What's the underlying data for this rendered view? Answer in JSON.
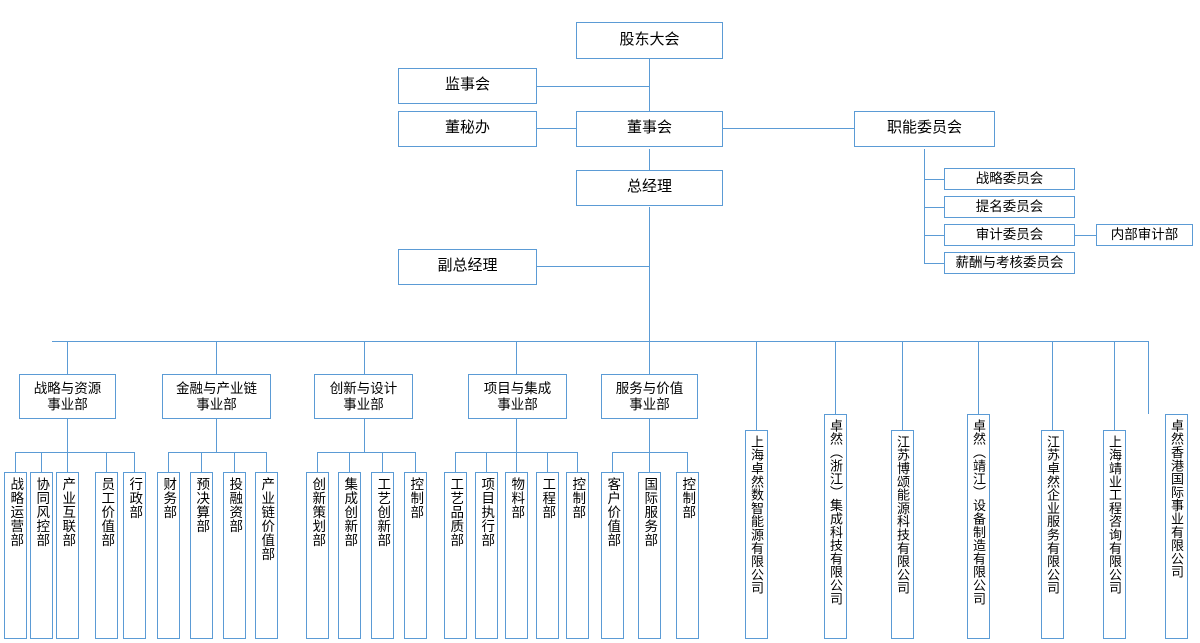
{
  "meta": {
    "title": "公司组织架构图",
    "line_color": "#5B9BD5",
    "box_border_color": "#5B9BD5",
    "box_fill_color": "#FFFFFF",
    "text_color": "#000000"
  },
  "governance": {
    "shareholders_meeting": "股东大会",
    "supervisory_board": "监事会",
    "board_secretary_office": "董秘办",
    "board_of_directors": "董事会",
    "general_manager": "总经理",
    "deputy_general_manager": "副总经理",
    "functional_committee": "职能委员会"
  },
  "committees": [
    "战略委员会",
    "提名委员会",
    "审计委员会",
    "薪酬与考核委员会"
  ],
  "internal_audit": "内部审计部",
  "divisions": [
    {
      "name": "战略与资源\n事业部",
      "departments": [
        "战略运营部",
        "协同风控部",
        "产业互联部",
        "员工价值部",
        "行政部"
      ]
    },
    {
      "name": "金融与产业链\n事业部",
      "departments": [
        "财务部",
        "预决算部",
        "投融资部",
        "产业链价值部"
      ]
    },
    {
      "name": "创新与设计\n事业部",
      "departments": [
        "创新策划部",
        "集成创新部",
        "工艺创新部",
        "控制部"
      ]
    },
    {
      "name": "项目与集成\n事业部",
      "departments": [
        "工艺品质部",
        "项目执行部",
        "物料部",
        "工程部",
        "控制部"
      ]
    },
    {
      "name": "服务与价值\n事业部",
      "departments": [
        "客户价值部",
        "国际服务部",
        "控制部"
      ]
    }
  ],
  "subsidiaries": [
    "上海卓然数智能源有限公司",
    "卓然（浙江）集成科技有限公司",
    "江苏博颂能源科技有限公司",
    "卓然（靖江）设备制造有限公司",
    "江苏卓然企业服务有限公司",
    "上海靖业工程咨询有限公司",
    "卓然香港国际事业有限公司"
  ]
}
